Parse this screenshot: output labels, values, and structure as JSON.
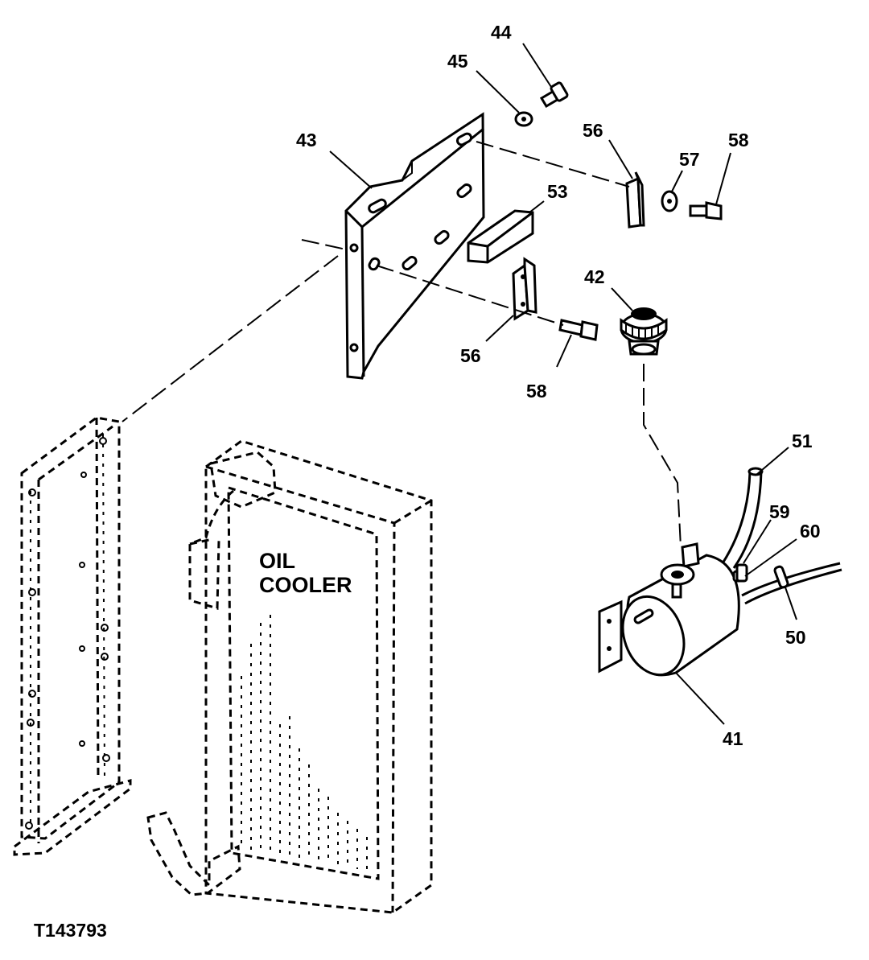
{
  "diagram": {
    "figure_id": "T143793",
    "oil_cooler_label_line1": "OIL",
    "oil_cooler_label_line2": "COOLER",
    "callouts": {
      "c44": "44",
      "c45": "45",
      "c43": "43",
      "c56_top": "56",
      "c57": "57",
      "c58_top": "58",
      "c53": "53",
      "c42": "42",
      "c56_bottom": "56",
      "c58_bottom": "58",
      "c51": "51",
      "c59": "59",
      "c60": "60",
      "c50": "50",
      "c41": "41"
    }
  }
}
